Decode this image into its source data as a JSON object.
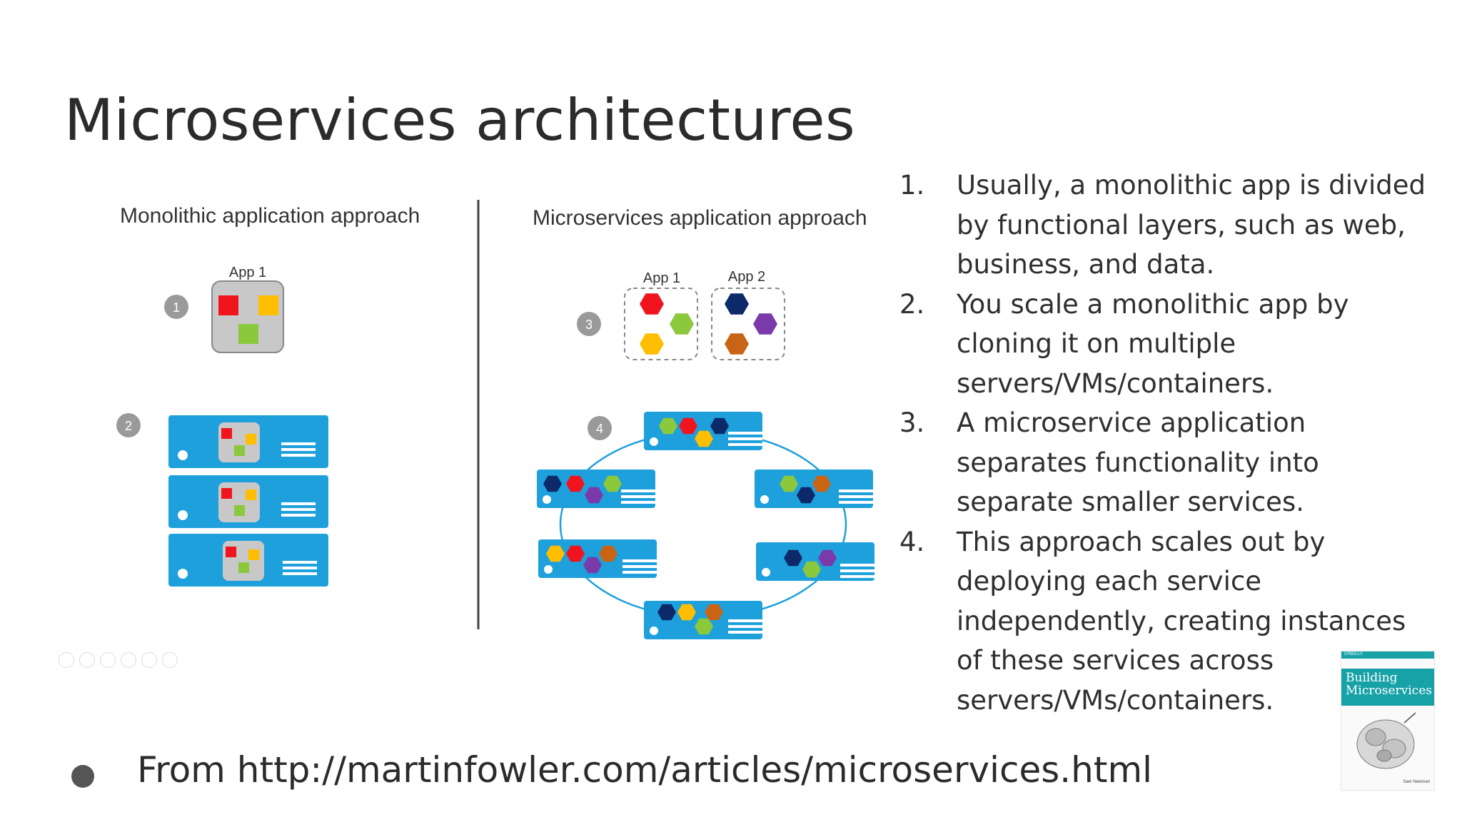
{
  "title": "Microservices architectures",
  "diagram": {
    "monolithic_heading": "Monolithic application approach",
    "microservices_heading": "Microservices application approach",
    "mono_app_label": "App 1",
    "micro_app1_label": "App 1",
    "micro_app2_label": "App 2",
    "step_badges": [
      "1",
      "2",
      "3",
      "4"
    ]
  },
  "list_items": [
    {
      "number": "1.",
      "text": "Usually, a monolithic app is divided by functional layers, such as web, business, and data."
    },
    {
      "number": "2.",
      "text": "You scale a monolithic app by cloning it on multiple servers/VMs/containers."
    },
    {
      "number": "3.",
      "text": "A microservice application separates functionality into separate smaller services."
    },
    {
      "number": "4.",
      "text": "This approach scales out by deploying each service independently, creating instances of these services across servers/VMs/containers."
    }
  ],
  "source": {
    "text": "From http://martinfowler.com/articles/microservices.html"
  },
  "book": {
    "publisher": "O'REILLY",
    "title": "Building Microservices",
    "author": "Sam Newman"
  },
  "colors": {
    "server_blue": "#1ea0dc",
    "red": "#f0141e",
    "yellow": "#ffbe00",
    "green": "#8cc83c",
    "navy": "#0c2a6a",
    "purple": "#7a3aaa",
    "orange": "#c86414",
    "book_teal": "#17a2a8"
  },
  "icons": [
    "bullet-icon",
    "book-cover",
    "media-controls-icon"
  ]
}
